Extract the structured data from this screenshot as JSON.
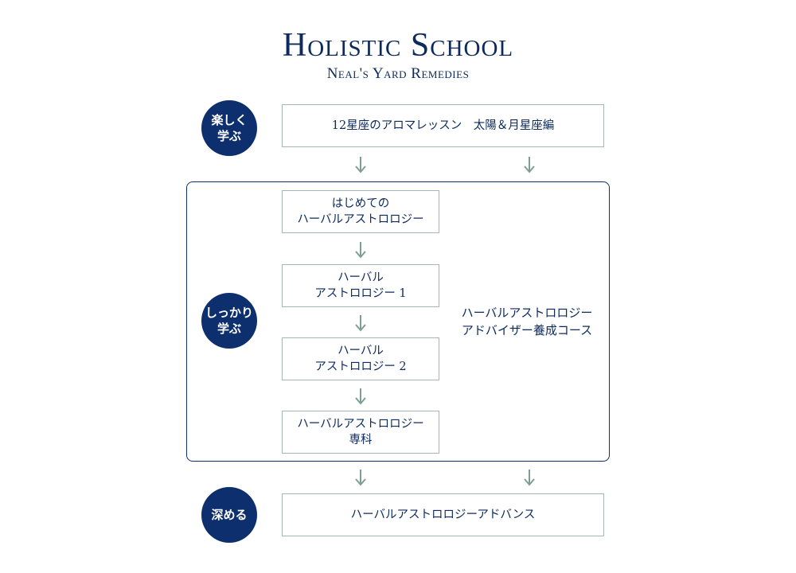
{
  "header": {
    "title": "Holistic School",
    "subtitle": "Neal's Yard Remedies"
  },
  "stages": {
    "enjoy": "楽しく\n学ぶ",
    "solid": "しっかり\n学ぶ",
    "deepen": "深める"
  },
  "courses": {
    "top": "12星座のアロマレッスン　太陽＆月星座編",
    "intro": "はじめての\nハーバルアストロロジー",
    "level1": "ハーバル\nアストロロジー 1",
    "level2": "ハーバル\nアストロロジー 2",
    "senka": "ハーバルアストロロジー\n専科",
    "advisor": "ハーバルアストロロジー\nアドバイザー養成コース",
    "advance": "ハーバルアストロロジーアドバンス"
  },
  "colors": {
    "navy": "#0d2f6e",
    "arrow": "#7f9e92",
    "box_border": "#a3b8ae"
  },
  "icons": {
    "arrow": "arrow-down-icon"
  }
}
